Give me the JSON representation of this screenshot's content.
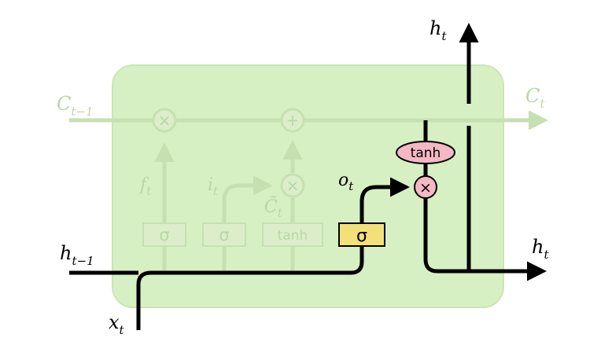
{
  "colors": {
    "cell_fill": "#d7f0c3",
    "cell_stroke": "#c9e6b3",
    "faded_line": "#c6e0b2",
    "faded_box_fill": "#dbeec9",
    "faded_text": "#b9d6a6",
    "active_line": "#000000",
    "sigma_fill": "#f4e07a",
    "sigma_stroke": "#000000",
    "pointwise_fill": "#f4b8c4",
    "pointwise_stroke": "#000000"
  },
  "labels": {
    "h_top": {
      "base": "h",
      "sub": "t"
    },
    "c_prev": {
      "base": "C",
      "sub": "t−1"
    },
    "c_next": {
      "base": "C",
      "sub": "t"
    },
    "f_t": {
      "base": "f",
      "sub": "t"
    },
    "i_t": {
      "base": "i",
      "sub": "t"
    },
    "c_tilde": {
      "base": "C̃",
      "sub": "t"
    },
    "o_t": {
      "base": "o",
      "sub": "t"
    },
    "h_prev": {
      "base": "h",
      "sub": "t−1"
    },
    "h_right": {
      "base": "h",
      "sub": "t"
    },
    "x_t": {
      "base": "x",
      "sub": "t"
    }
  },
  "gates": {
    "forget_sigma": "σ",
    "input_sigma": "σ",
    "candidate_tanh": "tanh",
    "output_sigma": "σ"
  },
  "ops": {
    "forget_multiply": "×",
    "add": "+",
    "input_multiply": "×",
    "output_multiply": "×",
    "output_tanh": "tanh"
  }
}
